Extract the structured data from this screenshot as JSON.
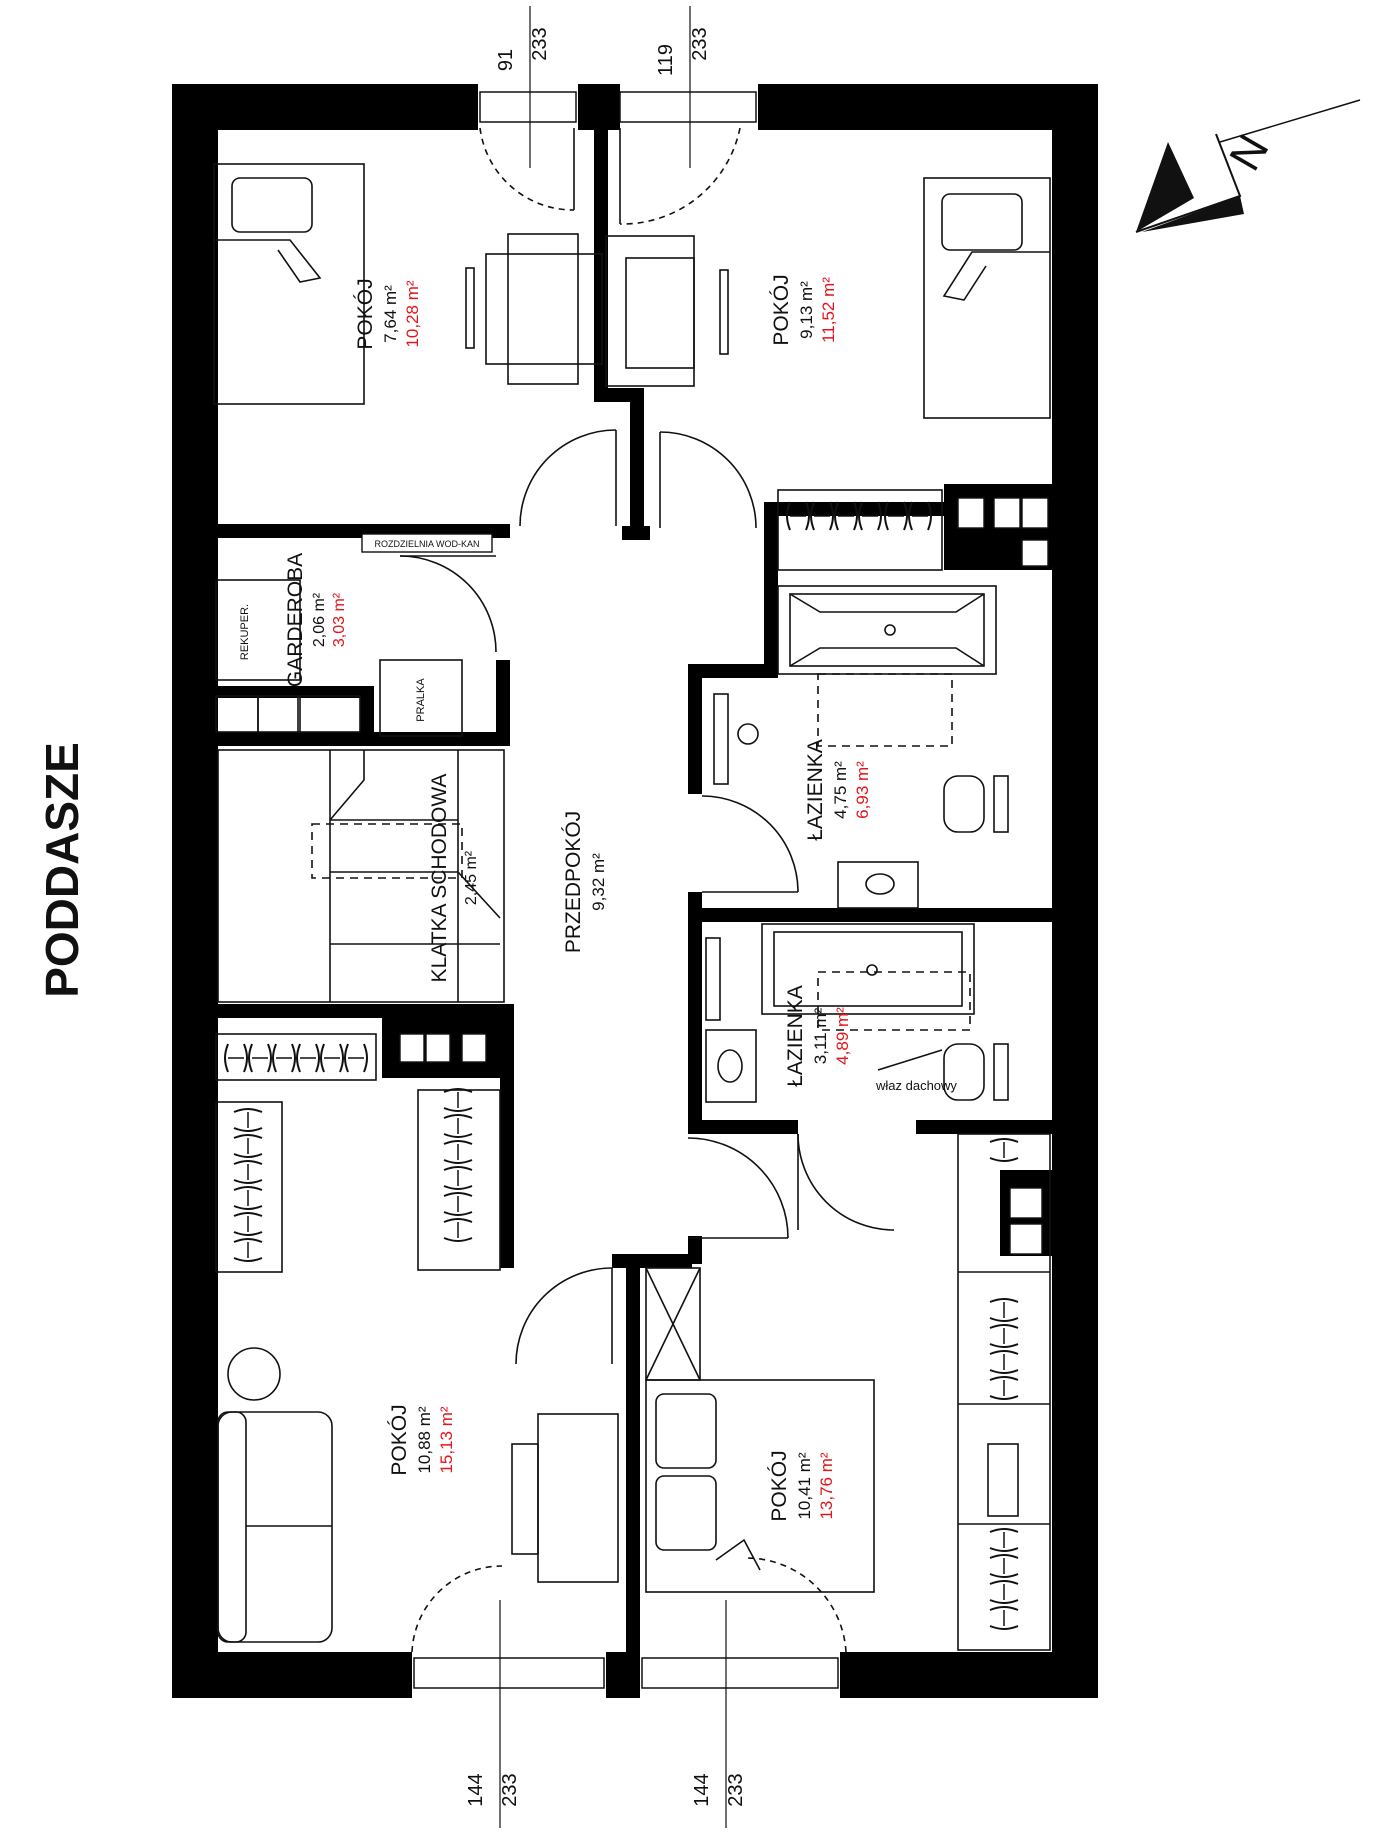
{
  "floor_title": "PODDASZE",
  "north_label": "N",
  "rooms": [
    {
      "id": "pokoj-1",
      "name": "POKÓJ",
      "area": "7,64 m²",
      "area_gross": "10,28 m²"
    },
    {
      "id": "pokoj-2",
      "name": "POKÓJ",
      "area": "9,13 m²",
      "area_gross": "11,52 m²"
    },
    {
      "id": "garderoba",
      "name": "GARDEROBA",
      "area": "2,06 m²",
      "area_gross": "3,03 m²"
    },
    {
      "id": "klatka",
      "name": "KLATKA SCHODOWA",
      "area": "2,45 m²"
    },
    {
      "id": "przedpokoj",
      "name": "PRZEDPOKÓJ",
      "area": "9,32 m²"
    },
    {
      "id": "lazienka-1",
      "name": "ŁAZIENKA",
      "area": "4,75 m²",
      "area_gross": "6,93 m²"
    },
    {
      "id": "lazienka-2",
      "name": "ŁAZIENKA",
      "area": "3,11 m²",
      "area_gross": "4,89 m²"
    },
    {
      "id": "pokoj-3",
      "name": "POKÓJ",
      "area": "10,88 m²",
      "area_gross": "15,13 m²"
    },
    {
      "id": "pokoj-4",
      "name": "POKÓJ",
      "area": "10,41 m²",
      "area_gross": "13,76 m²"
    }
  ],
  "windows": [
    {
      "id": "w-top-left",
      "top": "91",
      "bottom": "233"
    },
    {
      "id": "w-top-right",
      "top": "119",
      "bottom": "233"
    },
    {
      "id": "w-bottom-left",
      "top": "144",
      "bottom": "233"
    },
    {
      "id": "w-bottom-right",
      "top": "144",
      "bottom": "233"
    }
  ],
  "labels": {
    "rozdzielnia": "ROZDZIELNIA WOD-KAN",
    "rekuperator": "REKUPER.",
    "pralka": "PRALKA",
    "wlaz": "właz dachowy"
  }
}
